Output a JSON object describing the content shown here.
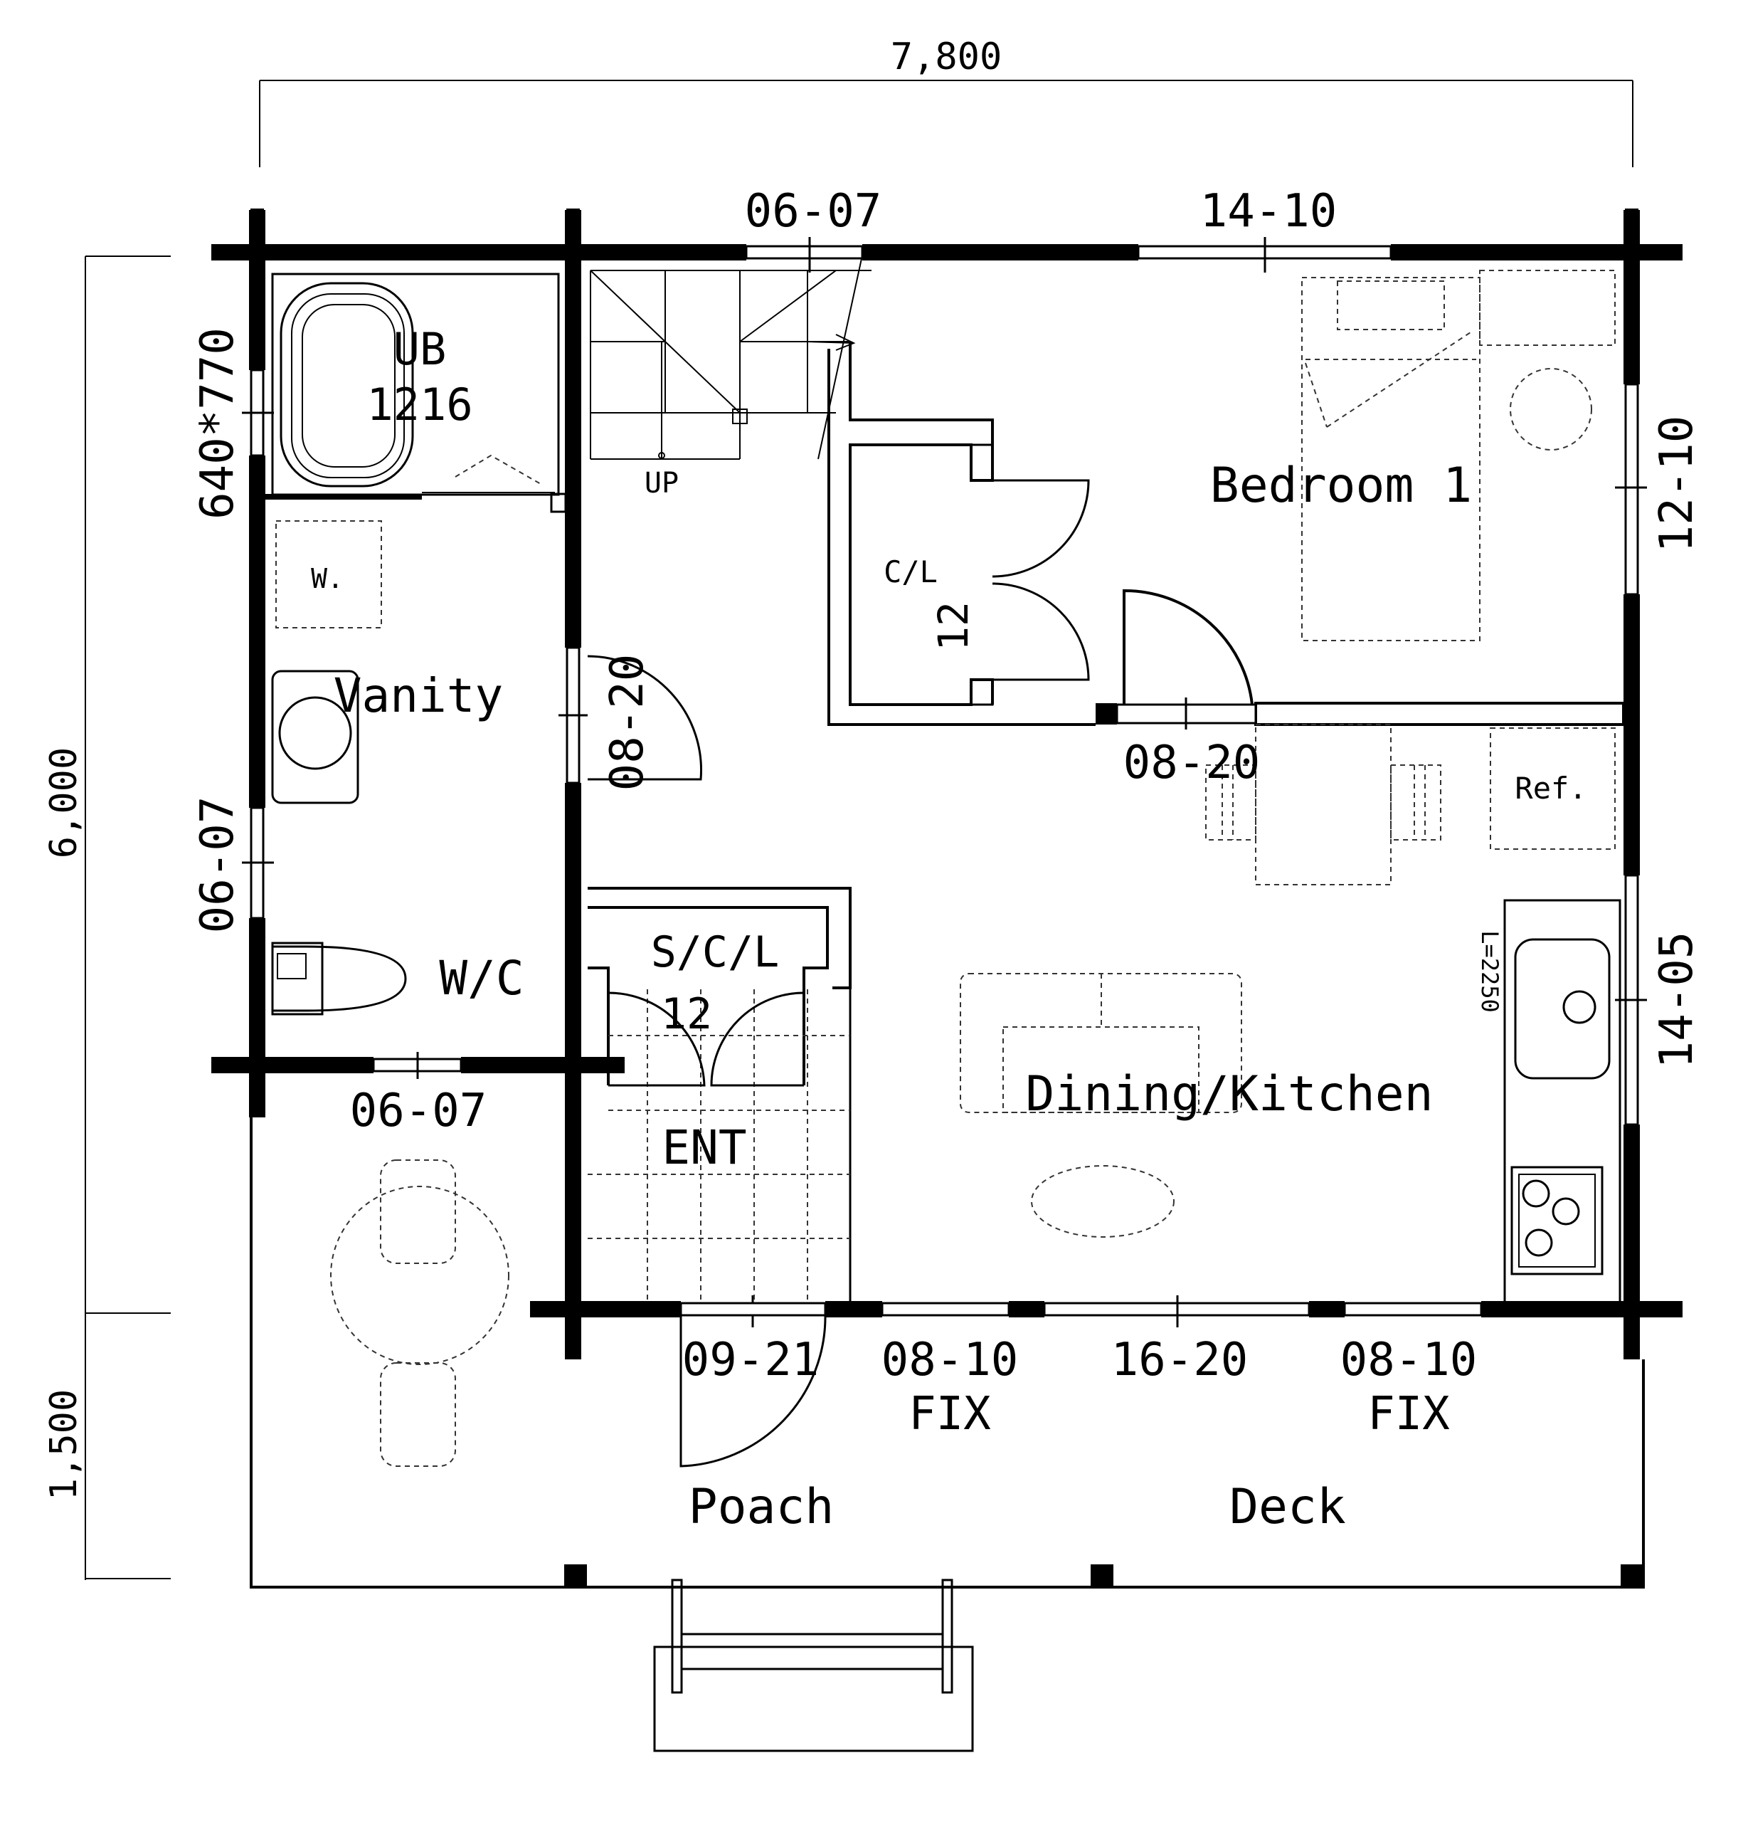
{
  "dimensions": {
    "width_total": "7,800",
    "depth_main": "6,000",
    "depth_deck": "1,500"
  },
  "rooms": {
    "ub_name": "UB",
    "ub_size": "1216",
    "washer": "W.",
    "vanity": "Vanity",
    "wc": "W/C",
    "stair_up": "UP",
    "closet": "C/L",
    "closet_size": "12",
    "bedroom": "Bedroom 1",
    "fridge": "Ref.",
    "counter": "L=2250",
    "shoe_closet": "S/C/L",
    "shoe_closet_size": "12",
    "entrance": "ENT",
    "dining_kitchen": "Dining/Kitchen",
    "porch": "Poach",
    "deck": "Deck"
  },
  "openings": {
    "top_left": "06-07",
    "top_right": "14-10",
    "bath_window": "640*770",
    "hall_door": "08-20",
    "left_window": "06-07",
    "wc_window": "06-07",
    "bedroom_door": "08-20",
    "bedroom_window": "12-10",
    "kitchen_window": "14-05",
    "entry_door": "09-21",
    "fix_left_size": "08-10",
    "fix_left_note": "FIX",
    "center_window": "16-20",
    "fix_right_size": "08-10",
    "fix_right_note": "FIX"
  }
}
